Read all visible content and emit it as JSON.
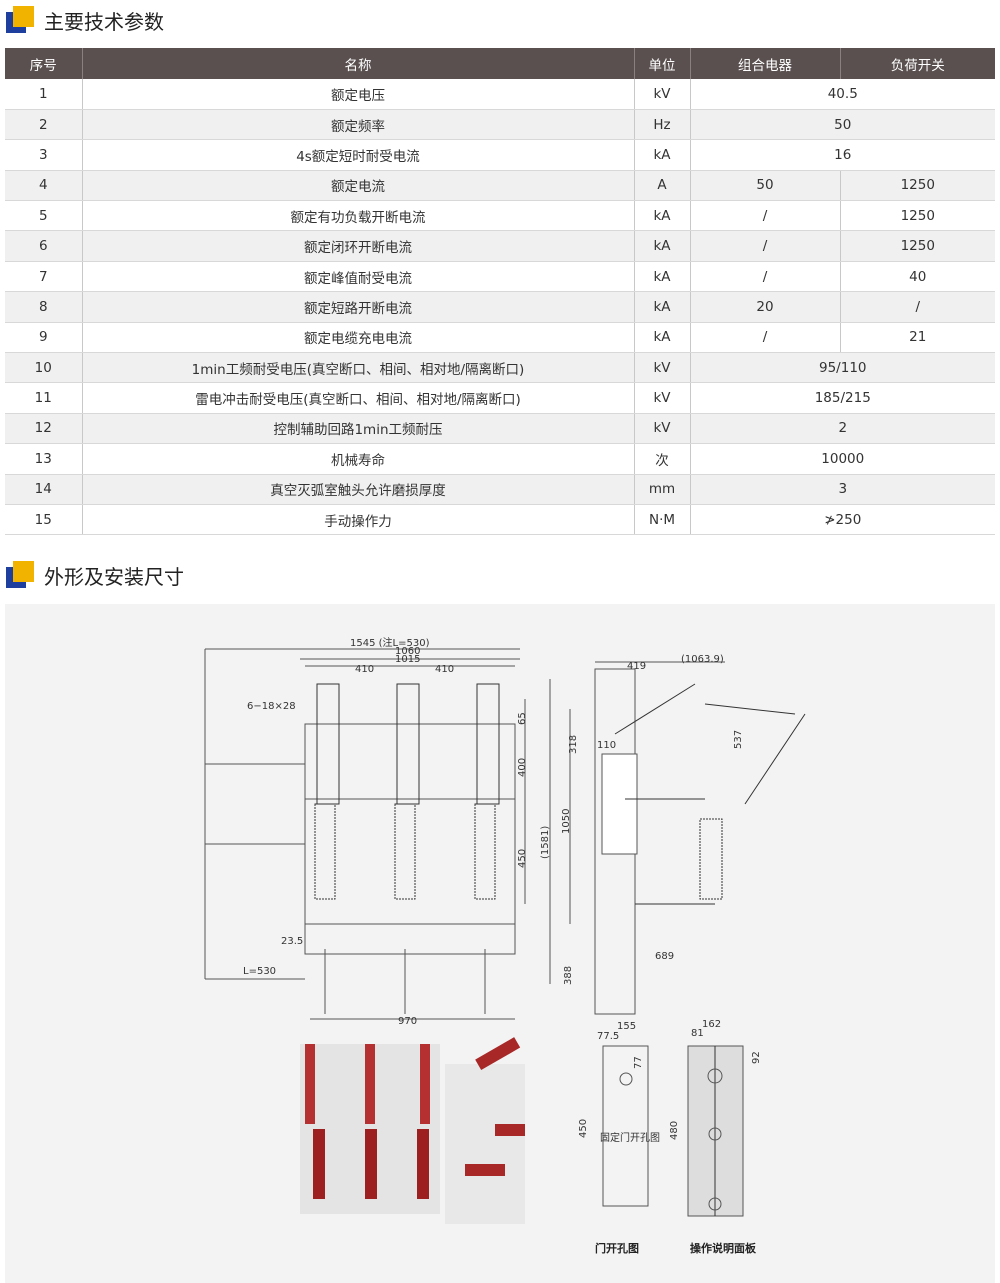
{
  "section1": {
    "title": "主要技术参数"
  },
  "table": {
    "headers": [
      "序号",
      "名称",
      "单位",
      "组合电器",
      "负荷开关"
    ],
    "rows": [
      [
        "1",
        "额定电压",
        "kV",
        "40.5",
        null
      ],
      [
        "2",
        "额定频率",
        "Hz",
        "50",
        null
      ],
      [
        "3",
        "4s额定短时耐受电流",
        "kA",
        "16",
        null
      ],
      [
        "4",
        "额定电流",
        "A",
        "50",
        "1250"
      ],
      [
        "5",
        "额定有功负载开断电流",
        "kA",
        "/",
        "1250"
      ],
      [
        "6",
        "额定闭环开断电流",
        "kA",
        "/",
        "1250"
      ],
      [
        "7",
        "额定峰值耐受电流",
        "kA",
        "/",
        "40"
      ],
      [
        "8",
        "额定短路开断电流",
        "kA",
        "20",
        "/"
      ],
      [
        "9",
        "额定电缆充电电流",
        "kA",
        "/",
        "21"
      ],
      [
        "10",
        "1min工频耐受电压(真空断口、相间、相对地/隔离断口)",
        "kV",
        "95/110",
        null
      ],
      [
        "11",
        "雷电冲击耐受电压(真空断口、相间、相对地/隔离断口)",
        "kV",
        "185/215",
        null
      ],
      [
        "12",
        "控制辅助回路1min工频耐压",
        "kV",
        "2",
        null
      ],
      [
        "13",
        "机械寿命",
        "次",
        "10000",
        null
      ],
      [
        "14",
        "真空灭弧室触头允许磨损厚度",
        "mm",
        "3",
        null
      ],
      [
        "15",
        "手动操作力",
        "N·M",
        "≯250",
        null
      ]
    ]
  },
  "section2": {
    "title": "外形及安装尺寸"
  },
  "dims": {
    "front": [
      "1545 (注L=530)",
      "1060",
      "1015",
      "410",
      "410",
      "6−18×28",
      "65",
      "400",
      "450",
      "23.5",
      "L=530",
      "970"
    ],
    "side": [
      "419",
      "(1063.9)",
      "318",
      "110",
      "1050",
      "(1581)",
      "388",
      "689",
      "537"
    ],
    "door": [
      "155",
      "77.5",
      "77",
      "450",
      "固定门开孔图"
    ],
    "panel": [
      "162",
      "81",
      "92",
      "480"
    ]
  },
  "captions": {
    "door": "门开孔图",
    "panel": "操作说明面板"
  }
}
